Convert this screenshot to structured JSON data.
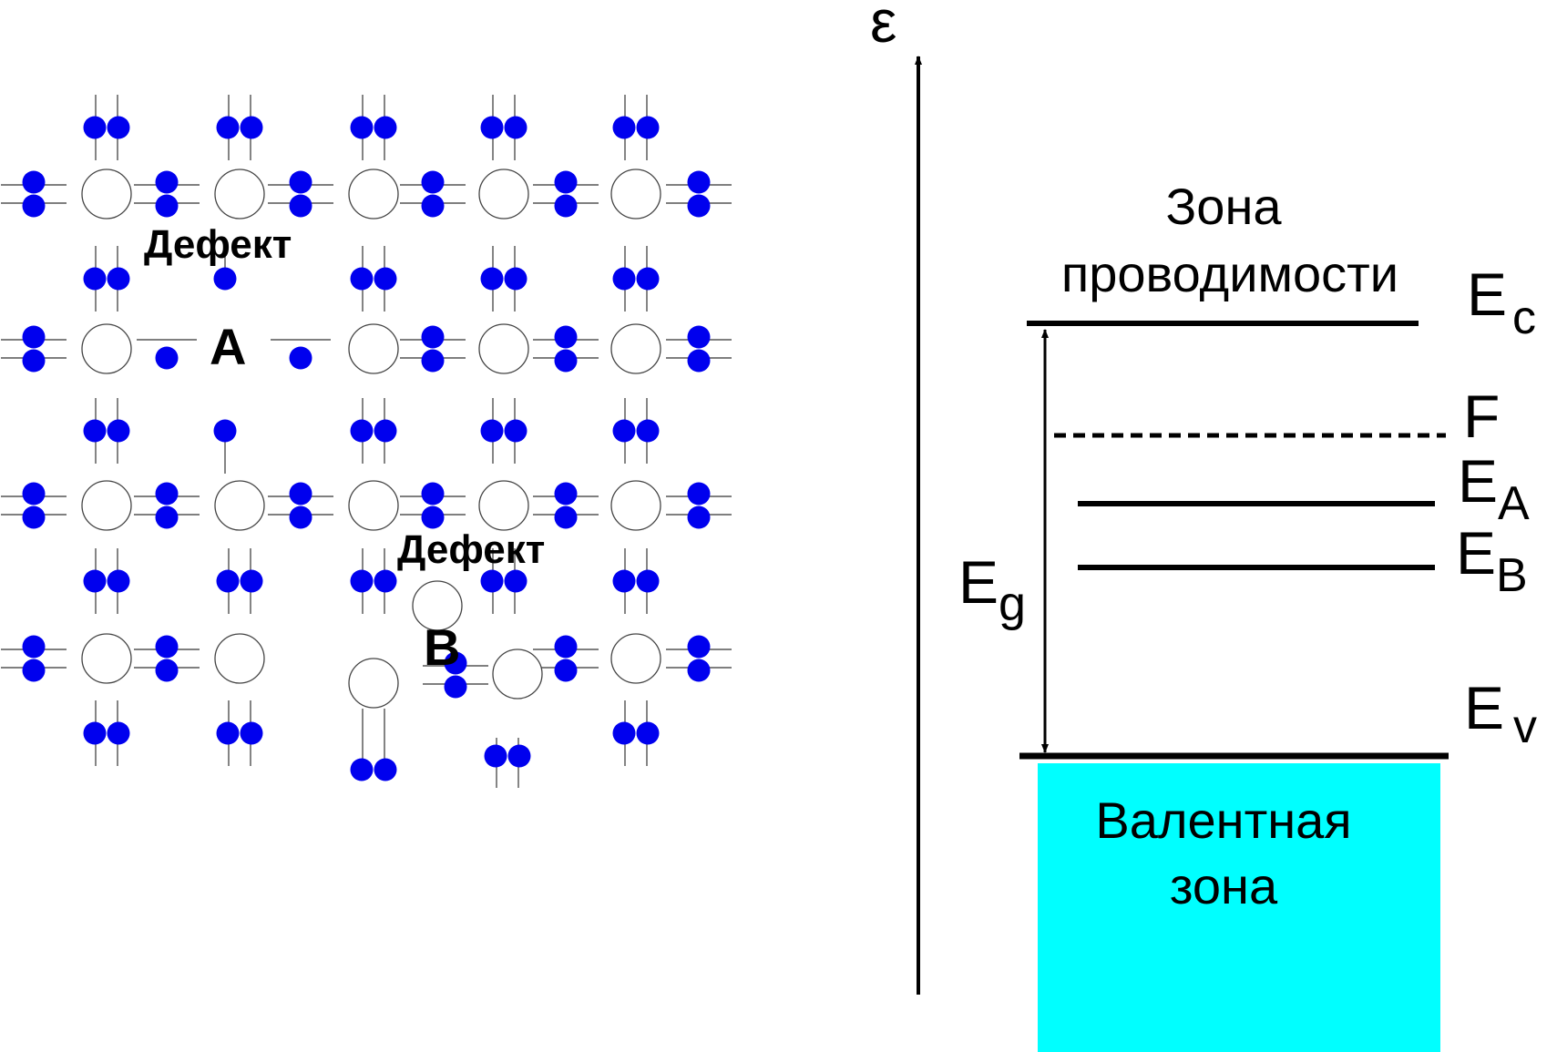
{
  "lattice": {
    "defect_a_caption": "Дефект",
    "defect_a_letter": "A",
    "defect_b_caption": "Дефект",
    "defect_b_letter": "B"
  },
  "band_diagram": {
    "energy_axis_symbol": "ε",
    "conduction_band_line1": "Зона",
    "conduction_band_line2": "проводимости",
    "valence_band_line1": "Валентная",
    "valence_band_line2": "зона",
    "ec_main": "E",
    "ec_sub": "c",
    "fermi": "F",
    "ea_main": "E",
    "ea_sub": "A",
    "eb_main": "E",
    "eb_sub": "B",
    "ev_main": "E",
    "ev_sub": "v",
    "eg_main": "E",
    "eg_sub": "g"
  },
  "colors": {
    "electron": "#0000ee",
    "valence_band_fill": "#00ffff",
    "line": "#000000"
  }
}
